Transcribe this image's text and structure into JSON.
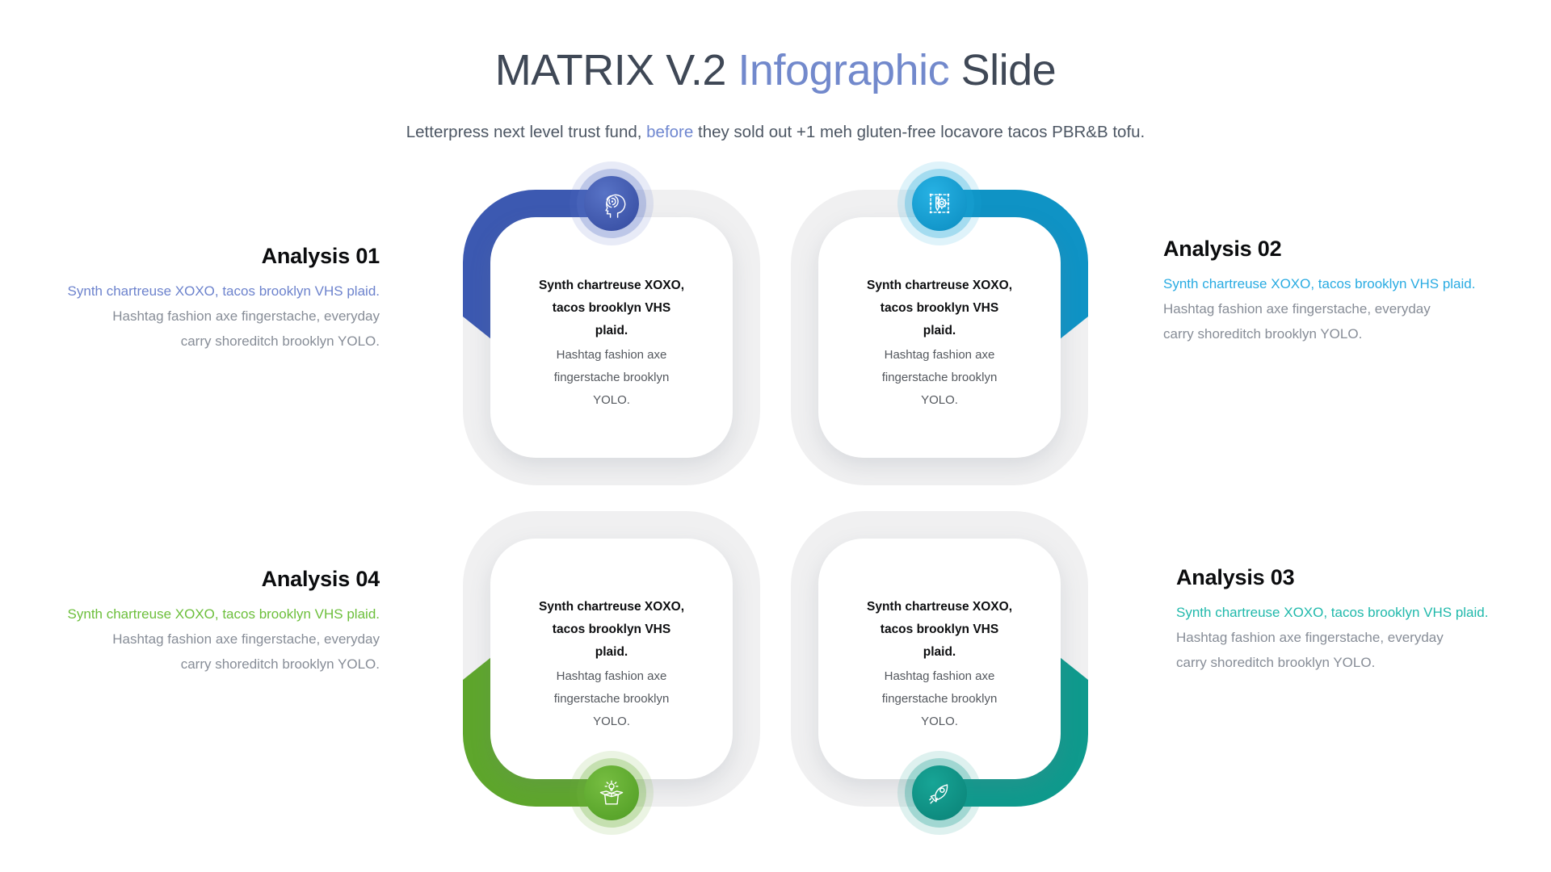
{
  "slide": {
    "title": {
      "part1": "MATRIX V.2 ",
      "accent": "Infographic",
      "part2": " Slide",
      "text_color": "#3f4856",
      "accent_color": "#7289cc"
    },
    "subtitle": {
      "part1": "Letterpress next level trust fund, ",
      "accent": "before",
      "part2": " they sold out +1 meh gluten-free locavore tacos PBR&B tofu.",
      "accent_color": "#6f87d0"
    }
  },
  "panels": [
    {
      "heading": "Analysis 01",
      "accent_text": "Synth chartreuse XOXO, tacos brooklyn VHS plaid.",
      "body_text": "Hashtag fashion axe fingerstache, everyday\ncarry shoreditch brooklyn YOLO.",
      "card_title": "Synth chartreuse XOXO,\ntacos brooklyn VHS\nplaid.",
      "card_body": "Hashtag fashion axe\nfingerstache brooklyn YOLO.",
      "accent_color": "#6d83cd",
      "band_color": "#3c59b1",
      "icon": "head-maze-icon"
    },
    {
      "heading": "Analysis 02",
      "accent_text": "Synth chartreuse XOXO, tacos brooklyn VHS plaid.",
      "body_text": "Hashtag fashion axe fingerstache, everyday\ncarry shoreditch brooklyn YOLO.",
      "card_title": "Synth chartreuse XOXO,\ntacos brooklyn VHS\nplaid.",
      "card_body": "Hashtag fashion axe\nfingerstache brooklyn YOLO.",
      "accent_color": "#29abe2",
      "band_color": "#0f93c5",
      "icon": "pencil-gear-icon"
    },
    {
      "heading": "Analysis 03",
      "accent_text": "Synth chartreuse XOXO, tacos brooklyn VHS plaid.",
      "body_text": "Hashtag fashion axe fingerstache, everyday\ncarry shoreditch brooklyn YOLO.",
      "card_title": "Synth chartreuse XOXO,\ntacos brooklyn VHS\nplaid.",
      "card_body": "Hashtag fashion axe\nfingerstache brooklyn YOLO.",
      "accent_color": "#20b9ab",
      "band_color": "#0f9a8d",
      "icon": "rocket-icon"
    },
    {
      "heading": "Analysis 04",
      "accent_text": "Synth chartreuse XOXO, tacos brooklyn VHS plaid.",
      "body_text": "Hashtag fashion axe fingerstache, everyday\ncarry shoreditch brooklyn YOLO.",
      "card_title": "Synth chartreuse XOXO,\ntacos brooklyn VHS\nplaid.",
      "card_body": "Hashtag fashion axe\nfingerstache brooklyn YOLO.",
      "accent_color": "#6cbf3b",
      "band_color": "#5ea62c",
      "icon": "idea-box-icon"
    }
  ],
  "styles": {
    "ring_color": "#f0f0f1",
    "background": "#ffffff",
    "heading_color": "#0b0c0e",
    "body_text_color": "#878d97"
  }
}
